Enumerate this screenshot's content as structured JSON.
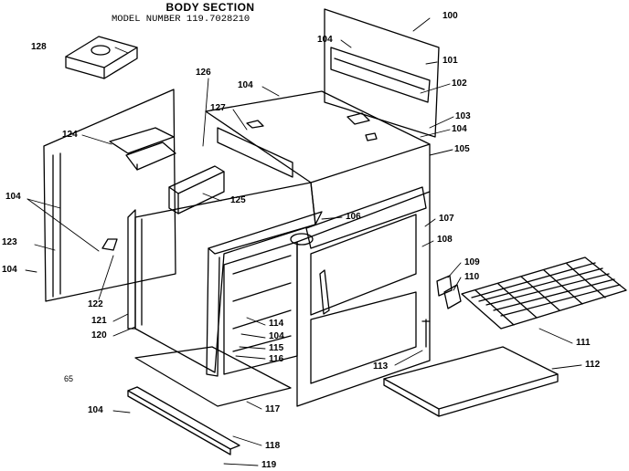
{
  "header": {
    "title": "BODY SECTION",
    "model_line": "MODEL NUMBER 119.7028210"
  },
  "figure_number": "65",
  "callouts": [
    "100",
    "101",
    "102",
    "103",
    "104",
    "105",
    "106",
    "107",
    "108",
    "109",
    "110",
    "111",
    "112",
    "113",
    "114",
    "115",
    "116",
    "117",
    "118",
    "119",
    "120",
    "121",
    "122",
    "123",
    "124",
    "125",
    "126",
    "127",
    "128"
  ]
}
